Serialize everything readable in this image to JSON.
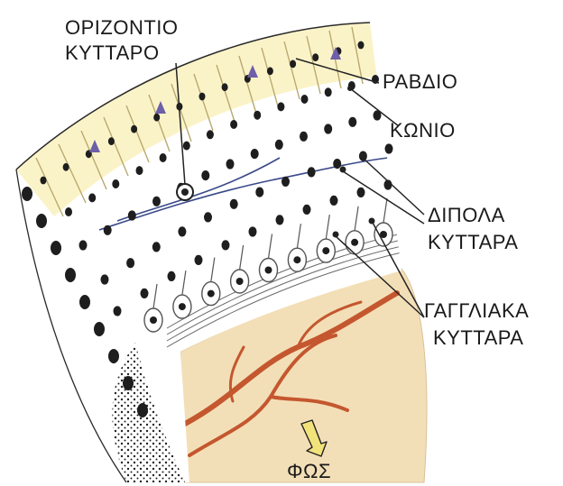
{
  "labels": {
    "horizontal_cell": [
      "ΟΡΙΖΟΝΤΙΟ",
      "ΚΥΤΤΑΡΟ"
    ],
    "rod": "ΡΑΒΔΙΟ",
    "cone": "ΚΩΝΙΟ",
    "bipolar_cells": [
      "ΔΙΠΟΛΑ",
      "ΚΥΤΤΑΡΑ"
    ],
    "ganglion_cells": [
      "ΓΑΓΓΛΙΑΚΑ",
      "ΚΥΤΤΑΡΑ"
    ],
    "light": "ΦΩΣ"
  },
  "colors": {
    "fiber_layer": "#f3dfb7",
    "vessel": "#c4572f",
    "light_arrow": "#f2e27a",
    "photoreceptor_tint": "#fbf3c8",
    "cell_nucleus": "#1e1e1e",
    "neuron_line": "#555555",
    "horizontal_line": "#3b4a8a",
    "cone_mark": "#6d5fa8"
  }
}
